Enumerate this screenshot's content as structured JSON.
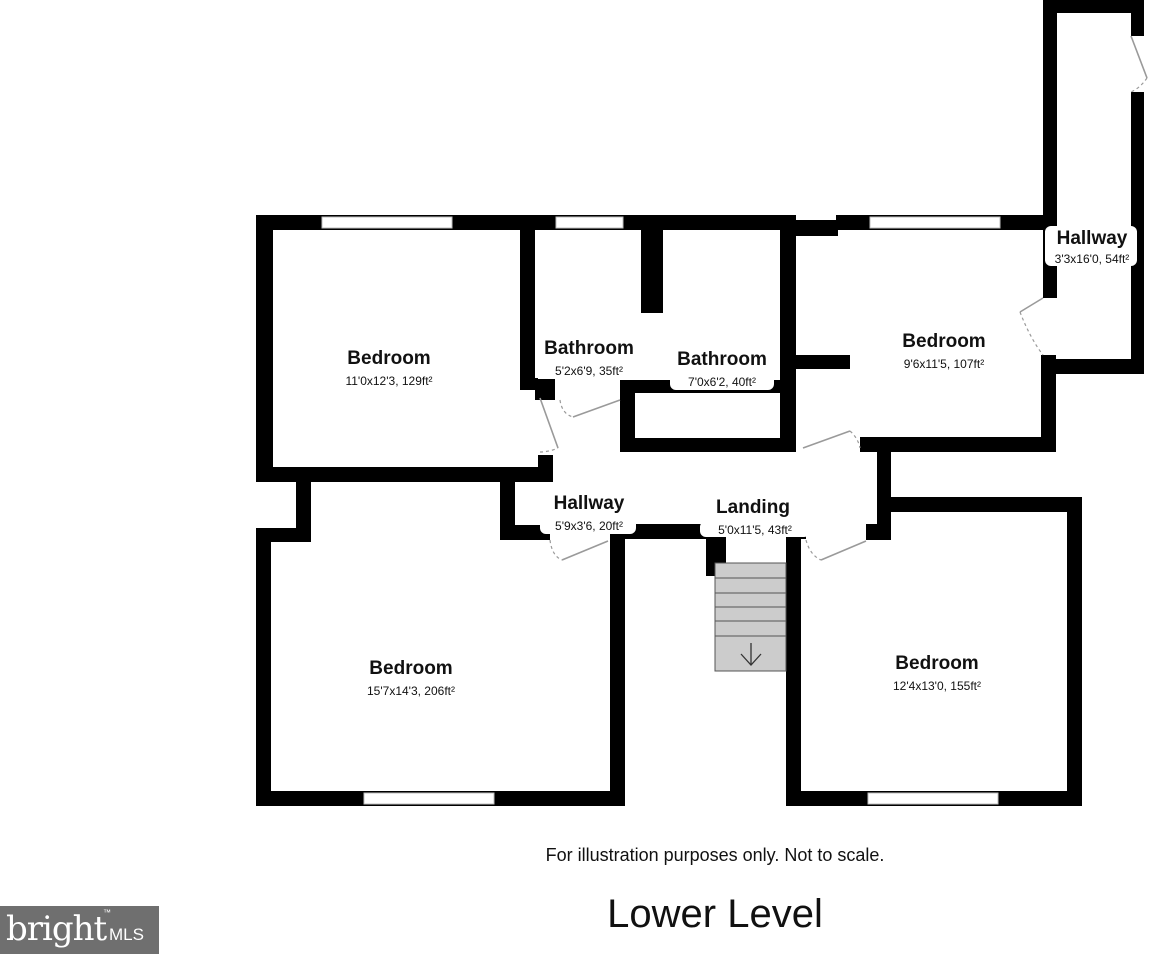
{
  "plan": {
    "rooms": [
      {
        "name": "Bedroom",
        "dims": "11'0x12'3, 129ft²"
      },
      {
        "name": "Bathroom",
        "dims": "5'2x6'9, 35ft²"
      },
      {
        "name": "Bathroom",
        "dims": "7'0x6'2, 40ft²"
      },
      {
        "name": "Bedroom",
        "dims": "9'6x11'5, 107ft²"
      },
      {
        "name": "Hallway",
        "dims": "3'3x16'0, 54ft²"
      },
      {
        "name": "Hallway",
        "dims": "5'9x3'6, 20ft²"
      },
      {
        "name": "Landing",
        "dims": "5'0x11'5, 43ft²"
      },
      {
        "name": "Bedroom",
        "dims": "15'7x14'3, 206ft²"
      },
      {
        "name": "Bedroom",
        "dims": "12'4x13'0, 155ft²"
      }
    ]
  },
  "footer": {
    "note": "For illustration purposes only. Not to scale.",
    "level_title": "Lower Level"
  },
  "logo": {
    "wordmark": "bright",
    "suffix": "MLS",
    "trademark": "™",
    "background": "#6f6f6f"
  },
  "icons": {
    "stairs_direction": "arrow-down-icon"
  }
}
